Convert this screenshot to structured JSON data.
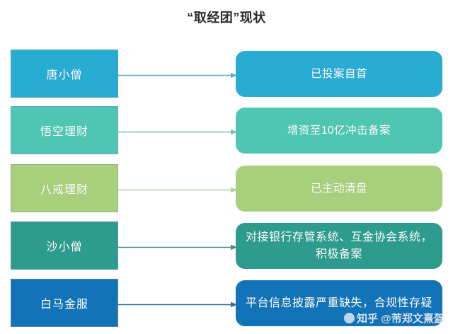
{
  "title": "“取经团”现状",
  "palette": {
    "row0": "#29ACD4",
    "row1": "#4FC6B4",
    "row2": "#A8D07C",
    "row3": "#2E9B8F",
    "row4": "#1273B8",
    "background": "#FFFFFF",
    "title_color": "#2B2B2B",
    "label_color": "#FFFFFF"
  },
  "rows": [
    {
      "left_label": "唐小僧",
      "right_label": "已投案自首",
      "color": "#29ACD4",
      "arrow_color": "#5FAFC4"
    },
    {
      "left_label": "悟空理财",
      "right_label": "增资至10亿冲击备案",
      "color": "#4FC6B4",
      "arrow_color": "#7CC3B7"
    },
    {
      "left_label": "八戒理财",
      "right_label": "已主动清盘",
      "color": "#A8D07C",
      "arrow_color": "#B6CE99"
    },
    {
      "left_label": "沙小僧",
      "right_label": "对接银行存管系统、互金协会系统，积极备案",
      "color": "#2E9B8F",
      "arrow_color": "#3C8A84"
    },
    {
      "left_label": "白马金服",
      "right_label": "平台信息披露严重缺失，合规性存疑",
      "color": "#1273B8",
      "arrow_color": "#2C6C97"
    }
  ],
  "watermark": {
    "text": "知乎 @芾郑文熹盔",
    "logo": "zhihu-logo"
  }
}
